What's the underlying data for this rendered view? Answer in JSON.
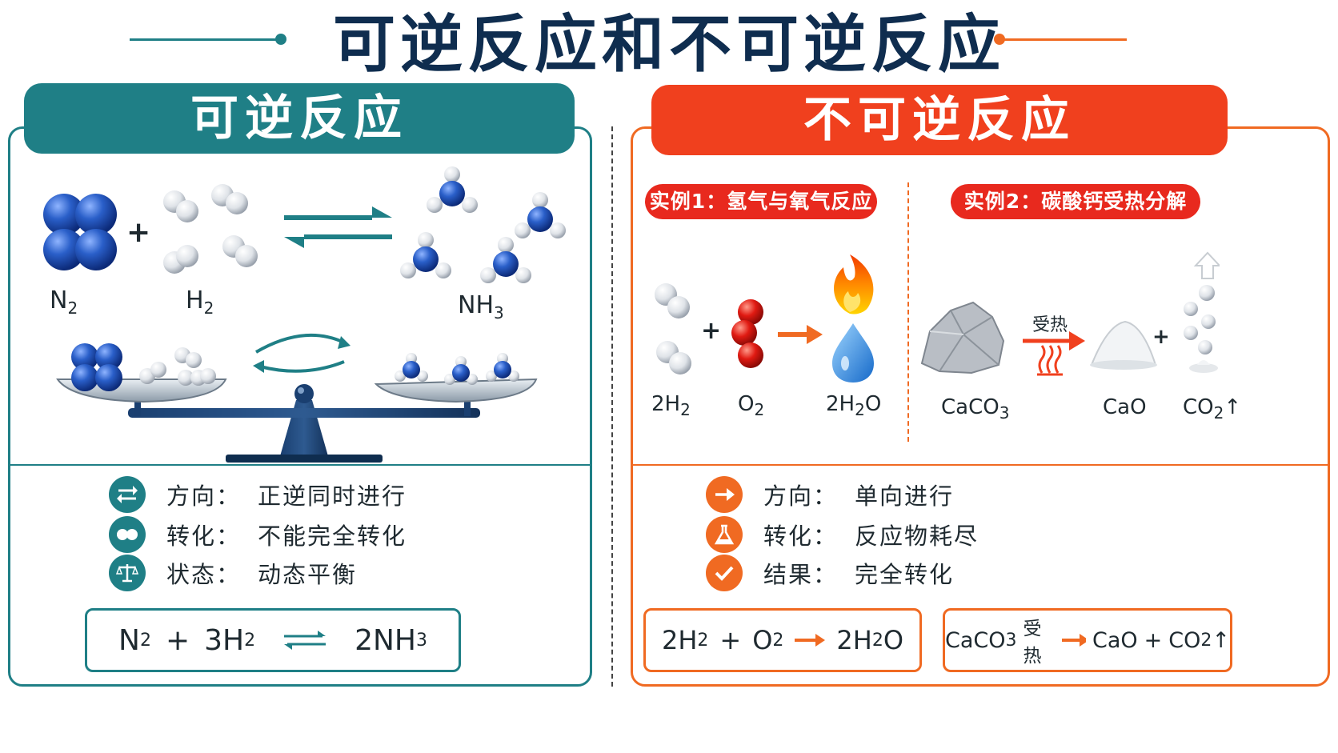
{
  "title": "可逆反应和不可逆反应",
  "colors": {
    "teal": "#1f7f86",
    "red": "#f0401e",
    "orange": "#f06a22",
    "navy": "#0f2d4f"
  },
  "left": {
    "header": "可逆反应",
    "labels": {
      "n2": "N",
      "n2_sub": "2",
      "h2": "H",
      "h2_sub": "2",
      "nh3": "NH",
      "nh3_sub": "3"
    },
    "plus": "+",
    "properties": [
      {
        "icon": "double-arrow-icon",
        "key": "方向：",
        "value": "正逆同时进行"
      },
      {
        "icon": "two-circles-icon",
        "key": "转化：",
        "value": "不能完全转化"
      },
      {
        "icon": "balance-icon",
        "key": "状态：",
        "value": "动态平衡"
      }
    ],
    "equation": {
      "n2": "N",
      "n2_sub": "2",
      "plus": "+",
      "h2_coef": "3H",
      "h2_sub": "2",
      "nh3": "2NH",
      "nh3_sub": "3"
    }
  },
  "right": {
    "header": "不可逆反应",
    "example1": {
      "pill": "实例1：氢气与氧气反应",
      "h2": "2H",
      "h2_sub": "2",
      "plus": "+",
      "o2": "O",
      "o2_sub": "2",
      "h2o_pre": "2H",
      "h2o_sub": "2",
      "h2o_post": "O"
    },
    "example2": {
      "pill": "实例2：碳酸钙受热分解",
      "heat_label": "受热",
      "caco3": "CaCO",
      "caco3_sub": "3",
      "cao": "CaO",
      "plus": "+",
      "co2": "CO",
      "co2_sub": "2",
      "co2_arrow": "↑"
    },
    "properties": [
      {
        "icon": "arrow-right-icon",
        "key": "方向：",
        "value": "单向进行"
      },
      {
        "icon": "flask-icon",
        "key": "转化：",
        "value": "反应物耗尽"
      },
      {
        "icon": "check-icon",
        "key": "结果：",
        "value": "完全转化"
      }
    ],
    "equation1": {
      "h2": "2H",
      "h2_sub": "2",
      "plus": "+",
      "o2": "O",
      "o2_sub": "2",
      "h2o_pre": "2H",
      "h2o_sub": "2",
      "h2o_post": "O"
    },
    "equation2": {
      "caco3": "CaCO",
      "caco3_sub": "3",
      "heat": "受热",
      "cao": "CaO",
      "plus": "+",
      "co2": "CO",
      "co2_sub": "2",
      "arrow_up": "↑"
    }
  }
}
